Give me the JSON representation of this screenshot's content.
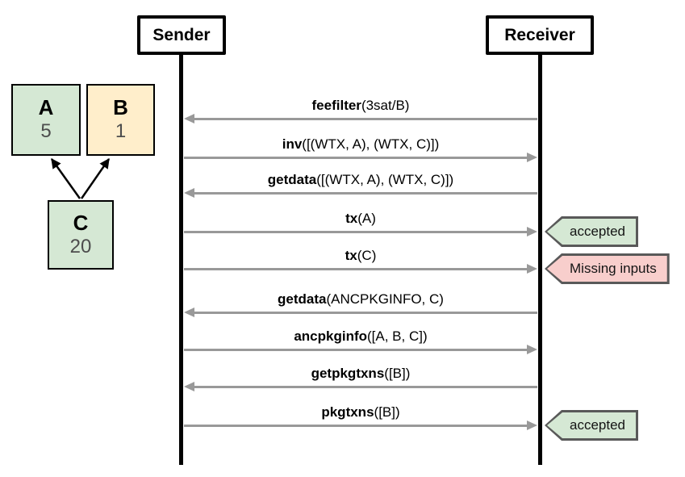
{
  "actors": [
    {
      "label": "Sender"
    },
    {
      "label": "Receiver"
    }
  ],
  "tx_graph": {
    "nodes": [
      {
        "id": "A",
        "label": "A",
        "value": "5",
        "fill": "#d5e8d4"
      },
      {
        "id": "B",
        "label": "B",
        "value": "1",
        "fill": "#ffeecb"
      },
      {
        "id": "C",
        "label": "C",
        "value": "20",
        "fill": "#d5e8d4"
      }
    ],
    "edges": [
      {
        "from": "C",
        "to": "A"
      },
      {
        "from": "C",
        "to": "B"
      }
    ]
  },
  "messages": [
    {
      "name": "feefilter",
      "args": "(3sat/B)",
      "to": "sender"
    },
    {
      "name": "inv",
      "args": "([(WTX, A), (WTX, C)])",
      "to": "receiver"
    },
    {
      "name": "getdata",
      "args": "([(WTX, A), (WTX, C)])",
      "to": "sender"
    },
    {
      "name": "tx",
      "args": "(A)",
      "to": "receiver",
      "badge": {
        "label": "accepted",
        "type": "success"
      }
    },
    {
      "name": "tx",
      "args": "(C)",
      "to": "receiver",
      "badge": {
        "label": "Missing inputs",
        "type": "error"
      }
    },
    {
      "name": "getdata",
      "args": "(ANCPKGINFO, C)",
      "to": "sender"
    },
    {
      "name": "ancpkginfo",
      "args": "([A, B, C])",
      "to": "receiver"
    },
    {
      "name": "getpkgtxns",
      "args": "([B])",
      "to": "sender"
    },
    {
      "name": "pkgtxns",
      "args": "([B])",
      "to": "receiver",
      "badge": {
        "label": "accepted",
        "type": "success"
      }
    }
  ],
  "colors": {
    "node_green": "#d5e8d4",
    "node_yellow": "#ffeecb",
    "badge_success": "#d5e8d4",
    "badge_error": "#f8cecc",
    "badge_border": "#595959",
    "arrow_gray": "#999999",
    "line_black": "#000000"
  }
}
